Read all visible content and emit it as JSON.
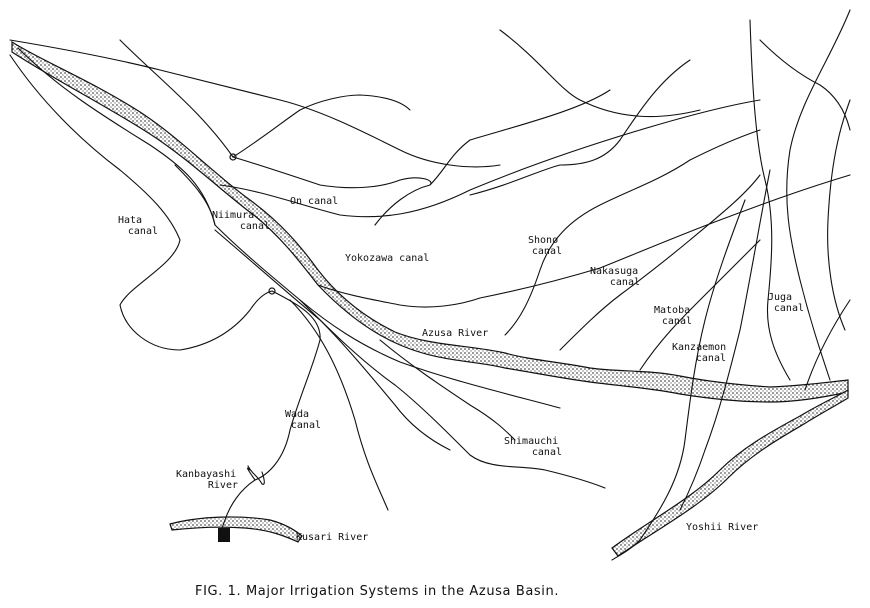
{
  "figure": {
    "caption": "FIG. 1.  Major Irrigation Systems in the Azusa Basin."
  },
  "canals": {
    "on": {
      "line1": "On canal"
    },
    "hata": {
      "line1": "Hata",
      "line2": "canal"
    },
    "niimura": {
      "line1": "Niimura",
      "line2": "canal"
    },
    "yokozawa": {
      "line1": "Yokozawa canal"
    },
    "shono": {
      "line1": "Shono",
      "line2": "canal"
    },
    "nakasuga": {
      "line1": "Nakasuga",
      "line2": "canal"
    },
    "matoba": {
      "line1": "Matoba",
      "line2": "canal"
    },
    "juga": {
      "line1": "Juga",
      "line2": "canal"
    },
    "kanzaemon": {
      "line1": "Kanzaemon",
      "line2": "canal"
    },
    "wada": {
      "line1": "Wada",
      "line2": "canal"
    },
    "shimauchi": {
      "line1": "Shimauchi",
      "line2": "canal"
    }
  },
  "rivers": {
    "azusa": {
      "line1": "Azusa River"
    },
    "kanbayashi": {
      "line1": "Kanbayashi",
      "line2": "River"
    },
    "kusari": {
      "line1": "Kusari River"
    },
    "yoshii": {
      "line1": "Yoshii River"
    }
  },
  "colors": {
    "ink": "#111111",
    "river_fill": "#9a9a9a",
    "paper": "#ffffff"
  }
}
